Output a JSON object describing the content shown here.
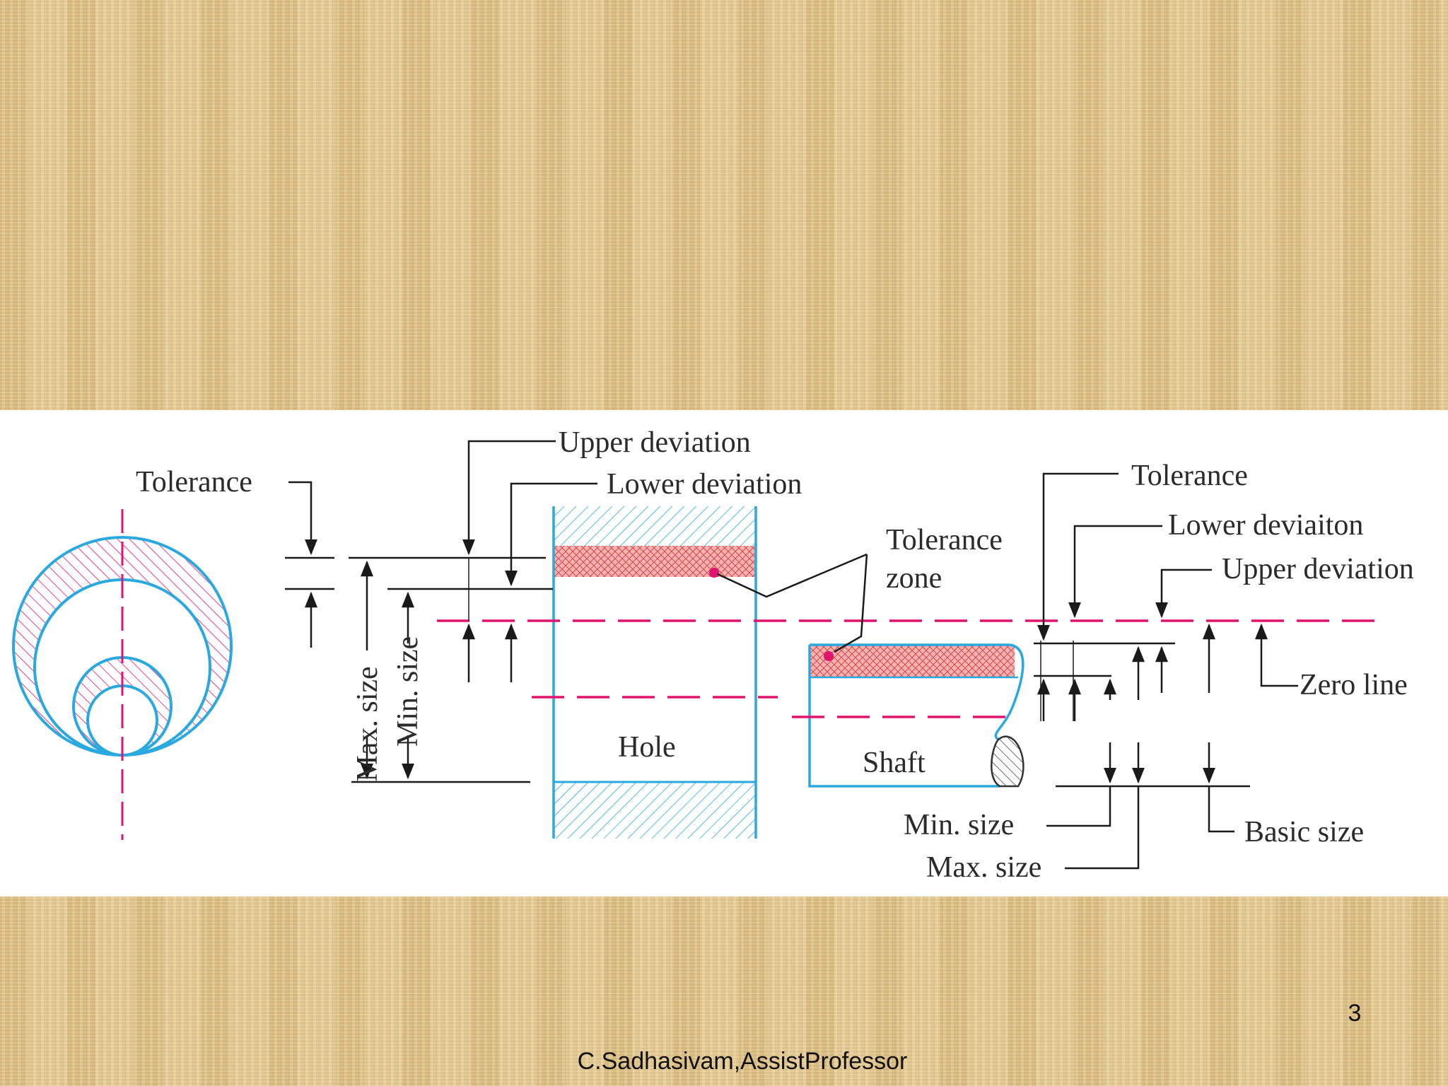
{
  "labels": {
    "tolerance_left": "Tolerance",
    "upper_deviation_hole": "Upper deviation",
    "lower_deviation_hole": "Lower deviation",
    "tolerance_zone_1": "Tolerance",
    "tolerance_zone_2": "zone",
    "max_size_hole": "Max. size",
    "min_size_hole": "Min. size",
    "hole": "Hole",
    "shaft": "Shaft",
    "tolerance_right": "Tolerance",
    "lower_deviation_shaft": "Lower deviaiton",
    "upper_deviation_shaft": "Upper deviation",
    "zero_line": "Zero line",
    "min_size_shaft": "Min. size",
    "max_size_shaft": "Max. size",
    "basic_size": "Basic size"
  },
  "slide_number": "3",
  "footer": "C.Sadhasivam,AssistProfessor",
  "colors": {
    "outline_blue": "#2aa8e0",
    "magenta": "#e0136f",
    "zone_fill": "#f2a0a0",
    "ink": "#1a1a1a"
  }
}
